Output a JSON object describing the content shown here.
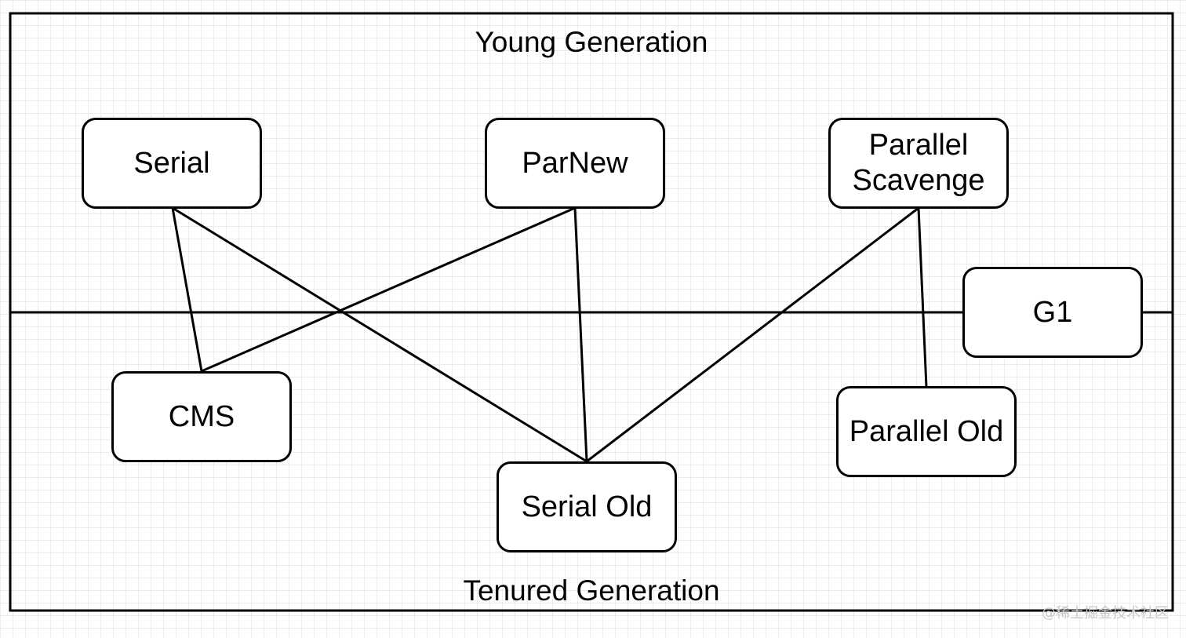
{
  "regions": {
    "young_title": "Young Generation",
    "tenured_title": "Tenured Generation"
  },
  "collectors": {
    "serial": "Serial",
    "parnew": "ParNew",
    "parallel_scavenge": "Parallel\nScavenge",
    "g1": "G1",
    "cms": "CMS",
    "serial_old": "Serial Old",
    "parallel_old": "Parallel Old"
  },
  "connections": [
    [
      "serial",
      "cms"
    ],
    [
      "serial",
      "serial_old"
    ],
    [
      "parnew",
      "cms"
    ],
    [
      "parnew",
      "serial_old"
    ],
    [
      "parallel_scavenge",
      "serial_old"
    ],
    [
      "parallel_scavenge",
      "parallel_old"
    ]
  ],
  "watermark": "@稀土掘金技术社区",
  "colors": {
    "stroke": "#000000",
    "background": "#ffffff",
    "grid": "#ececec",
    "watermark": "#c8c8c8"
  }
}
